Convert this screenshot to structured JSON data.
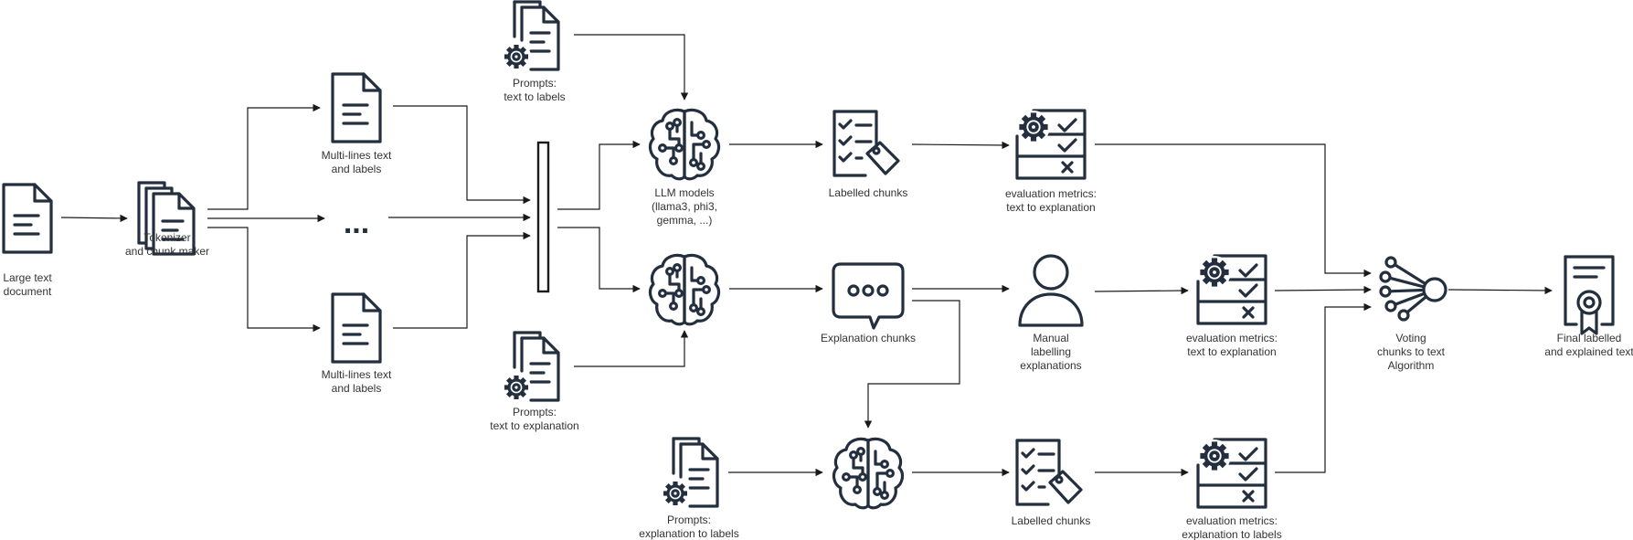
{
  "diagram": {
    "nodes": {
      "large_text_document": {
        "label": [
          "Large text",
          "document"
        ],
        "icon": "document-icon"
      },
      "tokenizer": {
        "label": [
          "Tokenizer",
          "and chunk maker"
        ],
        "icon": "document-stack-icon"
      },
      "multiline_top": {
        "label": [
          "Multi-lines text",
          "and labels"
        ],
        "icon": "document-icon"
      },
      "ellipsis": {
        "label": [
          "..."
        ]
      },
      "multiline_bottom": {
        "label": [
          "Multi-lines text",
          "and labels"
        ],
        "icon": "document-icon"
      },
      "prompts_labels": {
        "label": [
          "Prompts:",
          "text to labels"
        ],
        "icon": "document-gear-icon"
      },
      "prompts_explanation": {
        "label": [
          "Prompts:",
          "text to explanation"
        ],
        "icon": "document-gear-icon"
      },
      "llm_models": {
        "label": [
          "LLM models",
          "(llama3, phi3,",
          "gemma, ...)"
        ],
        "icon": "brain-circuit-icon"
      },
      "llm_explanation": {
        "label": [],
        "icon": "brain-circuit-icon"
      },
      "labelled_chunks_top": {
        "label": [
          "Labelled chunks"
        ],
        "icon": "checklist-tag-icon"
      },
      "explanation_chunks": {
        "label": [
          "Explanation chunks"
        ],
        "icon": "chat-bubble-icon"
      },
      "eval_metrics_top": {
        "label": [
          "evaluation metrics:",
          "text to explanation"
        ],
        "icon": "metrics-gear-icon"
      },
      "manual_labelling": {
        "label": [
          "Manual",
          "labelling",
          "explanations"
        ],
        "icon": "user-icon"
      },
      "eval_metrics_mid": {
        "label": [
          "evaluation metrics:",
          "text to explanation"
        ],
        "icon": "metrics-gear-icon"
      },
      "prompts_expl_to_labels": {
        "label": [
          "Prompts:",
          "explanation to labels"
        ],
        "icon": "document-stack-gear-icon"
      },
      "llm_bottom": {
        "label": [],
        "icon": "brain-circuit-icon"
      },
      "labelled_chunks_bottom": {
        "label": [
          "Labelled chunks"
        ],
        "icon": "checklist-tag-icon"
      },
      "eval_metrics_bottom": {
        "label": [
          "evaluation metrics:",
          "explanation to labels"
        ],
        "icon": "metrics-gear-icon"
      },
      "voting": {
        "label": [
          "Voting",
          "chunks to text",
          "Algorithm"
        ],
        "icon": "network-hub-icon"
      },
      "final": {
        "label": [
          "Final labelled",
          "and explained text"
        ],
        "icon": "certificate-icon"
      }
    },
    "colors": {
      "icon": "#232f3e",
      "edge": "#1a1a1a",
      "text": "#333333"
    }
  }
}
